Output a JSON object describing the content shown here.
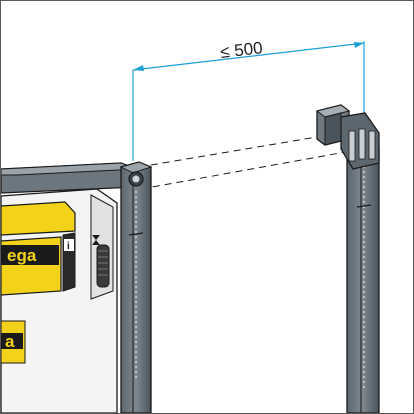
{
  "dimension": {
    "label": "≤ 500"
  },
  "device": {
    "brand_fragment": "ega",
    "label_fragment": "a",
    "info_symbol": "i"
  },
  "colors": {
    "dimension_line": "#1aa0d8",
    "frame_dark": "#4a5560",
    "frame_light": "#8c969e",
    "brand_yellow": "#f3d21a",
    "outline": "#1a1a1a"
  }
}
